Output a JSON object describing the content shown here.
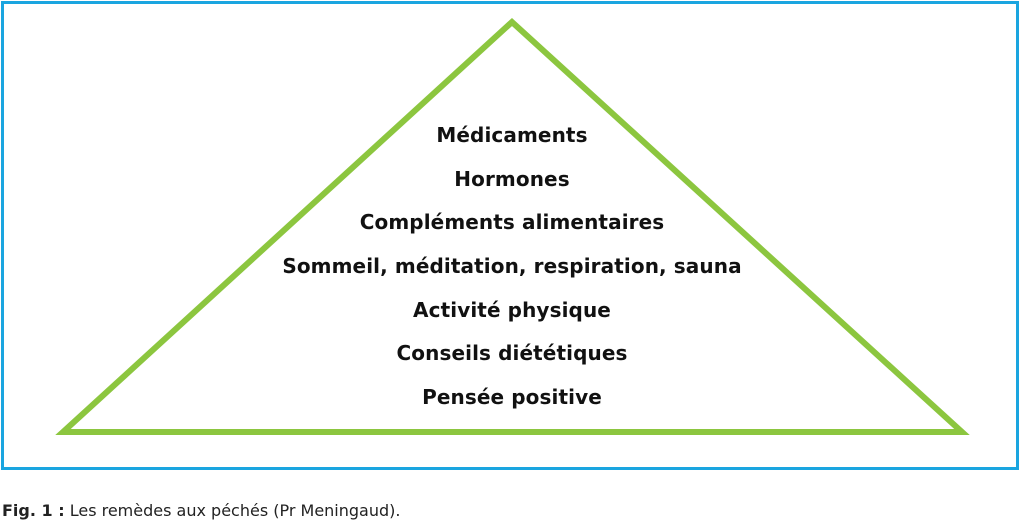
{
  "diagram": {
    "colors": {
      "frame": "#1aa5e0",
      "triangle": "#8cc63f",
      "text": "#111111"
    },
    "levels": [
      "Médicaments",
      "Hormones",
      "Compléments alimentaires",
      "Sommeil, méditation, respiration, sauna",
      "Activité physique",
      "Conseils diététiques",
      "Pensée positive"
    ]
  },
  "caption": {
    "label": "Fig. 1 :",
    "text": " Les remèdes aux péchés (Pr Meningaud)."
  }
}
